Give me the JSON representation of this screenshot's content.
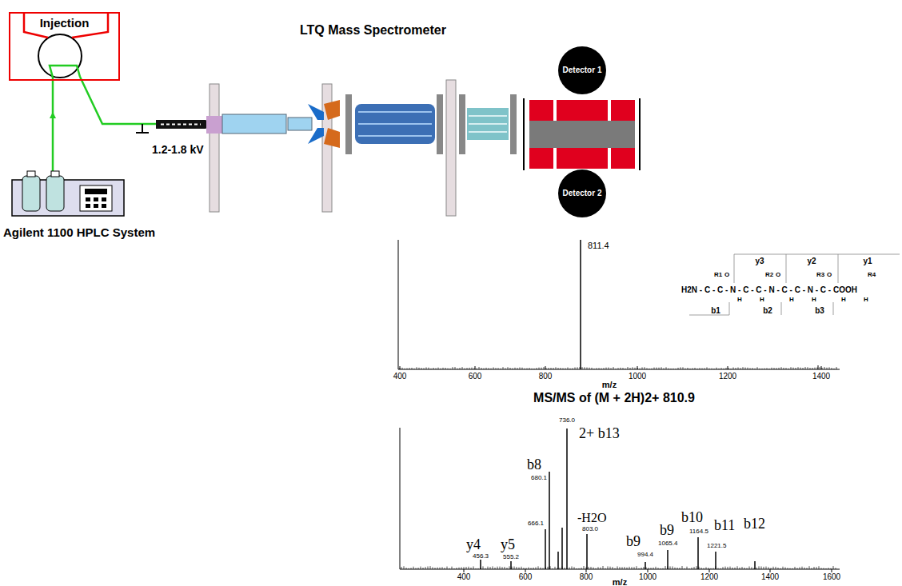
{
  "diagram": {
    "nodes": [
      {
        "text": [
          "Injection"
        ]
      },
      {
        "text": [
          "Detector 1"
        ]
      },
      {
        "text": [
          "Detector 2"
        ]
      }
    ],
    "labels": [
      "LTQ Mass Spectrometer",
      "1.2-1.8 kV",
      "Agilent 1100 HPLC System",
      "811.4",
      "400",
      "600",
      "800",
      "1000",
      "1200",
      "1400",
      "m/z",
      "y3",
      "y2",
      "y1",
      "b1",
      "b2",
      "b3",
      "H2N - C - C - N - C - C - N - C - C - N - C - COOH",
      "R1",
      "O",
      "R2",
      "O",
      "R3",
      "O",
      "R4",
      "H",
      "H",
      "H",
      "H",
      "H",
      "H",
      "MS/MS of (M + 2H)2+ 810.9",
      "b8",
      "680.1",
      "736.0",
      "2+ b13",
      "666.1",
      "-H2O",
      "803.0",
      "b9",
      "994.4",
      "b9",
      "1065.4",
      "b10",
      "1164.5",
      "b11",
      "1221.5",
      "b12",
      "y4",
      "456.3",
      "y5",
      "555.2",
      "400",
      "600",
      "800",
      "1000",
      "1200",
      "1400",
      "1600",
      "m/z"
    ]
  }
}
